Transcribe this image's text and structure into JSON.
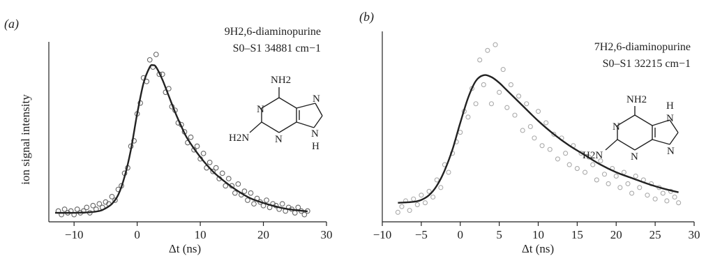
{
  "chart_data": [
    {
      "type": "scatter",
      "panel_label": "(a)",
      "ylabel": "ion signal intensity",
      "xlabel": "Δt (ns)",
      "xlim": [
        -14,
        30
      ],
      "ylim": [
        0,
        1.0
      ],
      "xticks": [
        -10,
        0,
        10,
        20,
        30
      ],
      "annotation": {
        "line1": "9H2,6-diaminopurine",
        "line2": "S0–S1 34881 cm−1"
      },
      "molecule_labels": {
        "nh2_top": "NH2",
        "h2n_left": "H2N",
        "h_bottom": "H",
        "n": "N"
      },
      "colors": {
        "fit": "#222222",
        "points": "#666666"
      },
      "series": [
        {
          "kind": "fit",
          "x": [
            -13,
            -10,
            -8,
            -6,
            -5,
            -4,
            -3,
            -2,
            -1,
            0,
            1,
            2,
            2.5,
            3,
            4,
            5,
            6,
            7,
            8,
            10,
            12,
            14,
            16,
            18,
            20,
            22,
            24,
            27
          ],
          "y": [
            0.05,
            0.05,
            0.052,
            0.06,
            0.075,
            0.1,
            0.15,
            0.25,
            0.4,
            0.6,
            0.77,
            0.86,
            0.87,
            0.86,
            0.79,
            0.7,
            0.61,
            0.53,
            0.46,
            0.36,
            0.28,
            0.22,
            0.17,
            0.13,
            0.105,
            0.085,
            0.07,
            0.058
          ]
        },
        {
          "kind": "data",
          "x": [
            -12.5,
            -12,
            -11.5,
            -11,
            -10.5,
            -10,
            -9.5,
            -9,
            -8.5,
            -8,
            -7.5,
            -7,
            -6.5,
            -6,
            -5.5,
            -5,
            -4.5,
            -4,
            -3.5,
            -3,
            -2.5,
            -2,
            -1.5,
            -1,
            -0.5,
            0,
            0.5,
            1,
            1.5,
            2,
            2.5,
            3,
            3.5,
            4,
            4.5,
            5,
            5.5,
            6,
            6.5,
            7,
            7.5,
            8,
            8.5,
            9,
            9.5,
            10,
            10.5,
            11,
            11.5,
            12,
            12.5,
            13,
            13.5,
            14,
            14.5,
            15,
            15.5,
            16,
            16.5,
            17,
            17.5,
            18,
            18.5,
            19,
            19.5,
            20,
            20.5,
            21,
            21.5,
            22,
            22.5,
            23,
            23.5,
            24,
            24.5,
            25,
            25.5,
            26,
            26.5,
            27
          ],
          "y": [
            0.06,
            0.04,
            0.07,
            0.05,
            0.06,
            0.04,
            0.07,
            0.05,
            0.06,
            0.08,
            0.05,
            0.09,
            0.07,
            0.1,
            0.08,
            0.11,
            0.1,
            0.14,
            0.12,
            0.18,
            0.2,
            0.27,
            0.3,
            0.42,
            0.45,
            0.6,
            0.66,
            0.8,
            0.78,
            0.9,
            0.86,
            0.93,
            0.82,
            0.82,
            0.72,
            0.74,
            0.64,
            0.62,
            0.55,
            0.54,
            0.5,
            0.44,
            0.47,
            0.4,
            0.42,
            0.35,
            0.38,
            0.3,
            0.33,
            0.28,
            0.3,
            0.24,
            0.27,
            0.2,
            0.24,
            0.2,
            0.16,
            0.21,
            0.15,
            0.17,
            0.12,
            0.16,
            0.1,
            0.13,
            0.11,
            0.09,
            0.12,
            0.08,
            0.1,
            0.09,
            0.07,
            0.1,
            0.06,
            0.08,
            0.07,
            0.05,
            0.08,
            0.06,
            0.04,
            0.06
          ]
        }
      ]
    },
    {
      "type": "scatter",
      "panel_label": "(b)",
      "ylabel": "",
      "xlabel": "Δt (ns)",
      "xlim": [
        -10,
        30
      ],
      "ylim": [
        0,
        1.0
      ],
      "xticks": [
        -10,
        -5,
        0,
        5,
        10,
        15,
        20,
        25,
        30
      ],
      "annotation": {
        "line1": "7H2,6-diaminopurine",
        "line2": "S0–S1 32215 cm−1"
      },
      "molecule_labels": {
        "nh2_top": "NH2",
        "h2n_left": "H2N",
        "h_top": "H",
        "n": "N"
      },
      "colors": {
        "fit": "#222222",
        "points": "#aaaaaa"
      },
      "series": [
        {
          "kind": "fit",
          "x": [
            -8,
            -6,
            -5,
            -4,
            -3,
            -2,
            -1,
            0,
            1,
            2,
            3,
            4,
            5,
            6,
            8,
            10,
            12,
            14,
            16,
            18,
            20,
            22,
            24,
            26,
            28
          ],
          "y": [
            0.1,
            0.105,
            0.115,
            0.14,
            0.19,
            0.27,
            0.38,
            0.52,
            0.65,
            0.74,
            0.77,
            0.76,
            0.73,
            0.69,
            0.61,
            0.53,
            0.46,
            0.4,
            0.35,
            0.3,
            0.26,
            0.23,
            0.2,
            0.175,
            0.155
          ]
        },
        {
          "kind": "data",
          "x": [
            -8,
            -7.5,
            -7,
            -6.5,
            -6,
            -5.5,
            -5,
            -4.5,
            -4,
            -3.5,
            -3,
            -2.5,
            -2,
            -1.5,
            -1,
            -0.5,
            0,
            0.5,
            1,
            1.5,
            2,
            2.5,
            3,
            3.5,
            4,
            4.5,
            5,
            5.5,
            6,
            6.5,
            7,
            7.5,
            8,
            8.5,
            9,
            9.5,
            10,
            10.5,
            11,
            11.5,
            12,
            12.5,
            13,
            13.5,
            14,
            14.5,
            15,
            15.5,
            16,
            16.5,
            17,
            17.5,
            18,
            18.5,
            19,
            19.5,
            20,
            20.5,
            21,
            21.5,
            22,
            22.5,
            23,
            23.5,
            24,
            24.5,
            25,
            25.5,
            26,
            26.5,
            27,
            27.5,
            28
          ],
          "y": [
            0.05,
            0.08,
            0.11,
            0.06,
            0.12,
            0.09,
            0.14,
            0.1,
            0.16,
            0.13,
            0.22,
            0.18,
            0.3,
            0.26,
            0.36,
            0.42,
            0.47,
            0.58,
            0.55,
            0.7,
            0.62,
            0.85,
            0.72,
            0.9,
            0.62,
            0.93,
            0.68,
            0.8,
            0.6,
            0.72,
            0.56,
            0.66,
            0.48,
            0.62,
            0.5,
            0.44,
            0.58,
            0.4,
            0.52,
            0.38,
            0.46,
            0.33,
            0.44,
            0.36,
            0.3,
            0.4,
            0.28,
            0.36,
            0.26,
            0.34,
            0.3,
            0.22,
            0.32,
            0.25,
            0.2,
            0.28,
            0.24,
            0.18,
            0.26,
            0.2,
            0.15,
            0.24,
            0.18,
            0.22,
            0.14,
            0.2,
            0.12,
            0.18,
            0.15,
            0.11,
            0.16,
            0.13,
            0.1
          ]
        }
      ]
    }
  ]
}
